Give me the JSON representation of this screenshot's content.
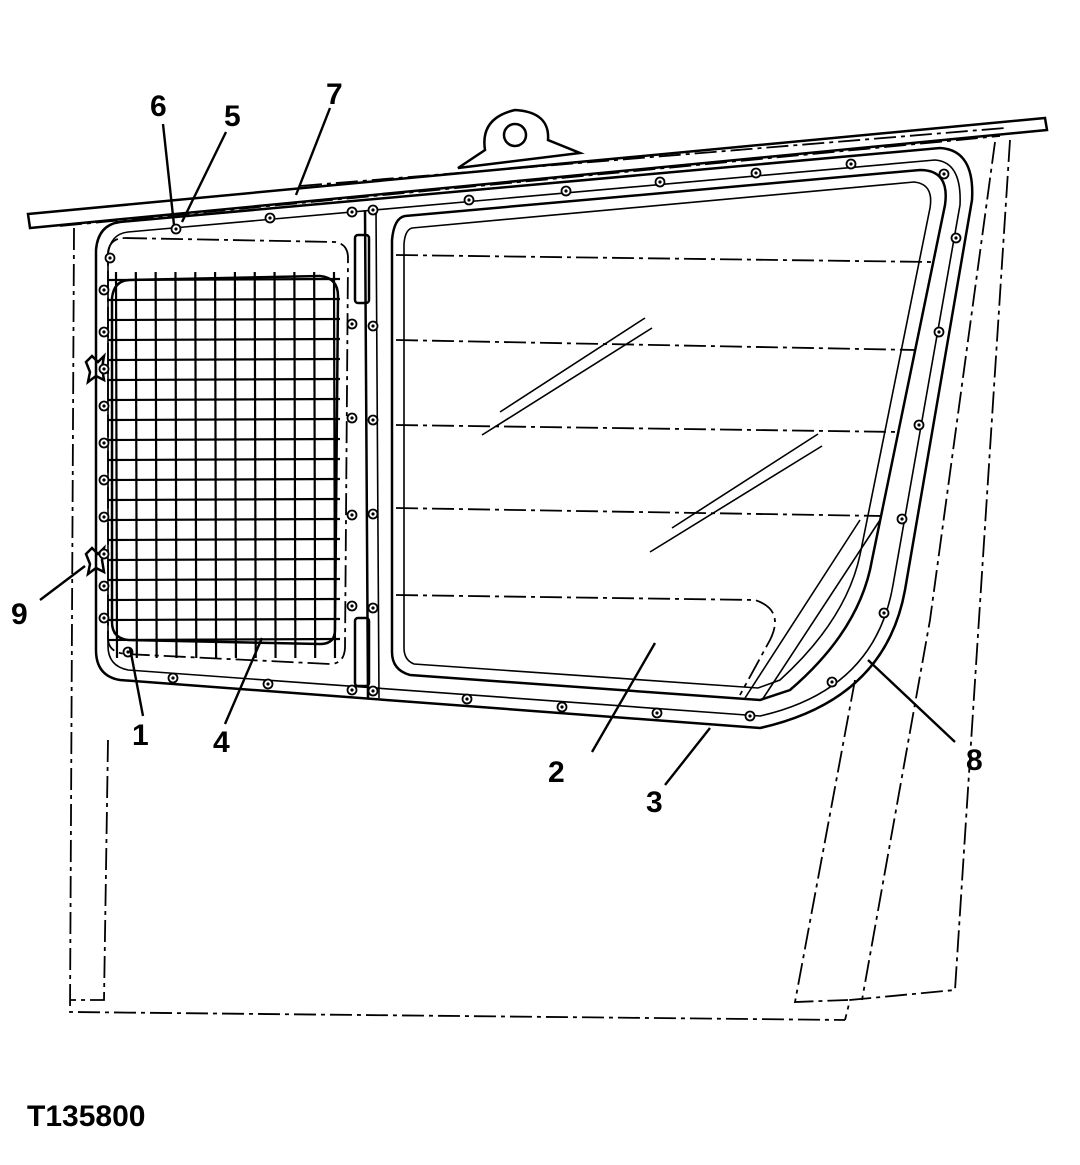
{
  "figure_id": "T135800",
  "callouts": [
    {
      "id": "1",
      "text": "1"
    },
    {
      "id": "2",
      "text": "2"
    },
    {
      "id": "3",
      "text": "3"
    },
    {
      "id": "4",
      "text": "4"
    },
    {
      "id": "5",
      "text": "5"
    },
    {
      "id": "6",
      "text": "6"
    },
    {
      "id": "7",
      "text": "7"
    },
    {
      "id": "8",
      "text": "8"
    },
    {
      "id": "9",
      "text": "9"
    }
  ],
  "colors": {
    "line": "#000000",
    "background": "#ffffff"
  }
}
